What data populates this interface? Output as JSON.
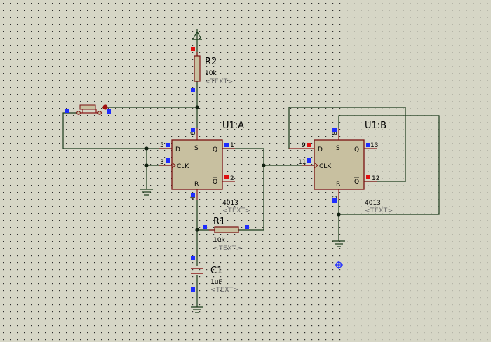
{
  "components": {
    "u1a": {
      "ref": "U1:A",
      "part": "4013",
      "text_placeholder": "<TEXT>",
      "pins": {
        "d": "5",
        "clk": "3",
        "s": "6",
        "r": "4",
        "q": "1",
        "qn": "2"
      },
      "inner": {
        "d": "D",
        "clk": "CLK",
        "s": "S",
        "r": "R",
        "q": "Q",
        "qn": "Q"
      }
    },
    "u1b": {
      "ref": "U1:B",
      "part": "4013",
      "text_placeholder": "<TEXT>",
      "pins": {
        "d": "9",
        "clk": "11",
        "s": "8",
        "r": "10",
        "q": "13",
        "qn": "12"
      },
      "inner": {
        "d": "D",
        "clk": "CLK",
        "s": "S",
        "r": "R",
        "q": "Q",
        "qn": "Q"
      }
    },
    "r1": {
      "ref": "R1",
      "value": "10k",
      "text_placeholder": "<TEXT>"
    },
    "r2": {
      "ref": "R2",
      "value": "10k",
      "text_placeholder": "<TEXT>"
    },
    "c1": {
      "ref": "C1",
      "value": "1uF",
      "text_placeholder": "<TEXT>"
    }
  }
}
